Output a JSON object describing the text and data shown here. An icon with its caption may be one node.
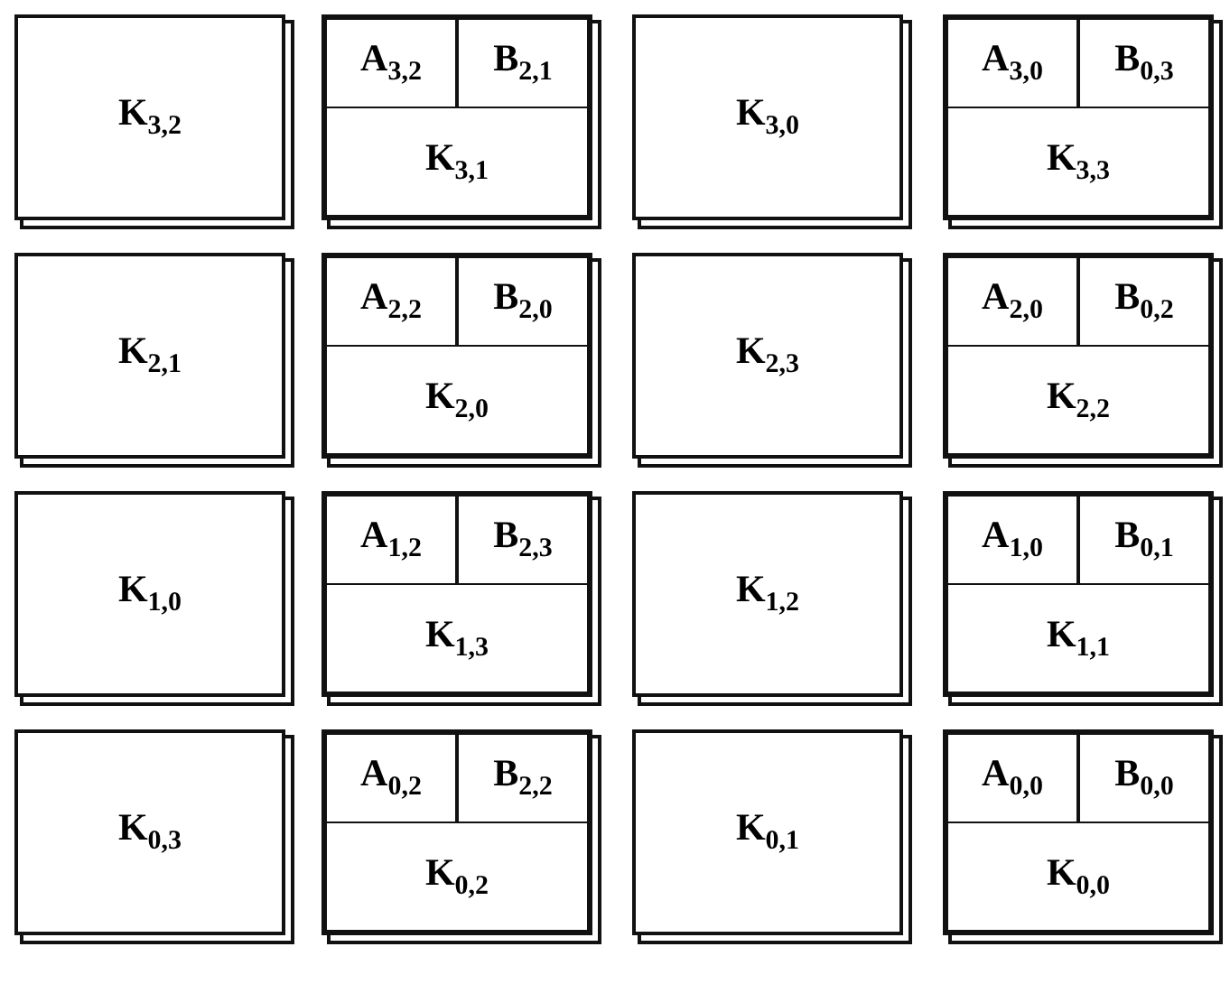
{
  "diagram": {
    "nodes": [
      {
        "text": [
          "K$_{3,2}$"
        ]
      },
      {
        "text": [],
        "shape": "box"
      },
      {
        "text": [
          "A$_{3,2}$"
        ],
        "in": 1
      },
      {
        "text": [
          "B$_{2,1}$"
        ],
        "in": 1
      },
      {
        "text": [
          "K$_{3,1}$"
        ],
        "in": 1
      },
      {
        "text": [
          "K$_{3,0}$"
        ]
      },
      {
        "text": [],
        "shape": "box"
      },
      {
        "text": [
          "A$_{3,0}$"
        ],
        "in": 6
      },
      {
        "text": [
          "B$_{0,3}$"
        ],
        "in": 6
      },
      {
        "text": [
          "K$_{3,3}$"
        ],
        "in": 6
      },
      {
        "text": [
          "K$_{2,1}$"
        ]
      },
      {
        "text": [],
        "shape": "box"
      },
      {
        "text": [
          "A$_{2,2}$"
        ],
        "in": 11
      },
      {
        "text": [
          "B$_{2,0}$"
        ],
        "in": 11
      },
      {
        "text": [
          "K$_{2,0}$"
        ],
        "in": 11
      },
      {
        "text": [
          "K$_{2,3}$"
        ]
      },
      {
        "text": [],
        "shape": "box"
      },
      {
        "text": [
          "A$_{2,0}$"
        ],
        "in": 16
      },
      {
        "text": [
          "B$_{0,2}$"
        ],
        "in": 16
      },
      {
        "text": [
          "K$_{2,2}$"
        ],
        "in": 16
      },
      {
        "text": [
          "K$_{1,0}$"
        ]
      },
      {
        "text": [],
        "shape": "box"
      },
      {
        "text": [
          "A$_{1,2}$"
        ],
        "in": 21
      },
      {
        "text": [
          "B$_{2,3}$"
        ],
        "in": 21
      },
      {
        "text": [
          "K$_{1,3}$"
        ],
        "in": 21
      },
      {
        "text": [
          "K$_{1,2}$"
        ]
      },
      {
        "text": [],
        "shape": "box"
      },
      {
        "text": [
          "A$_{1,0}$"
        ],
        "in": 26
      },
      {
        "text": [
          "B$_{0,1}$"
        ],
        "in": 26
      },
      {
        "text": [
          "K$_{1,1}$"
        ],
        "in": 26
      },
      {
        "text": [
          "K$_{0,3}$"
        ]
      },
      {
        "text": [],
        "shape": "box"
      },
      {
        "text": [
          "A$_{0,2}$"
        ],
        "in": 31
      },
      {
        "text": [
          "B$_{2,2}$"
        ],
        "in": 31
      },
      {
        "text": [
          "K$_{0,2}$"
        ],
        "in": 31
      },
      {
        "text": [
          "K$_{0,1}$"
        ]
      },
      {
        "text": [],
        "shape": "box"
      },
      {
        "text": [
          "A$_{0,0}$"
        ],
        "in": 36
      },
      {
        "text": [
          "B$_{0,0}$"
        ],
        "in": 36
      },
      {
        "text": [
          "K$_{0,0}$"
        ],
        "in": 36
      }
    ],
    "edges": []
  }
}
